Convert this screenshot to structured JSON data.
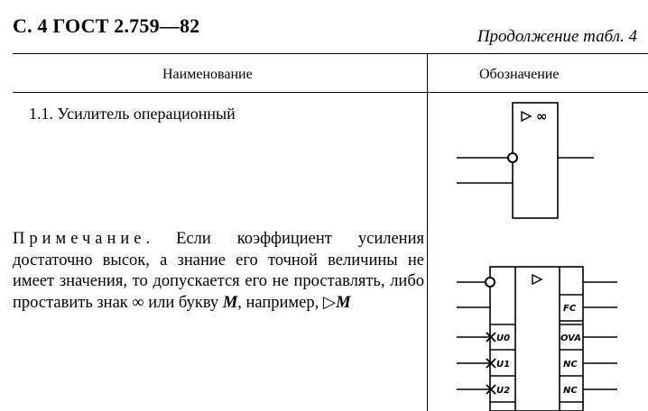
{
  "header": {
    "title": "С. 4 ГОСТ 2.759—82",
    "continuation": "Продолжение табл. 4"
  },
  "table": {
    "columns": [
      "Наименование",
      "Обозначение"
    ]
  },
  "item": {
    "title": "1.1. Усилитель операционный"
  },
  "note": {
    "label": "Примечание",
    "text_before_symbol": ". Если коэффициент усиления достаточно высок, а знание его точной величины не имеет значения, то допускается его не проставлять, либо проставить знак ∞ или букву ",
    "symbol_m": "M",
    "text_after_symbol": ", например, ",
    "example": "▷M"
  },
  "symbol_small": {
    "qualifier": "▷ ∞"
  },
  "symbol_large": {
    "qualifier": "▷",
    "left_pins": [
      "U0",
      "U1",
      "U2"
    ],
    "right_pins": [
      "FC",
      "OVA",
      "NC",
      "NC"
    ]
  }
}
